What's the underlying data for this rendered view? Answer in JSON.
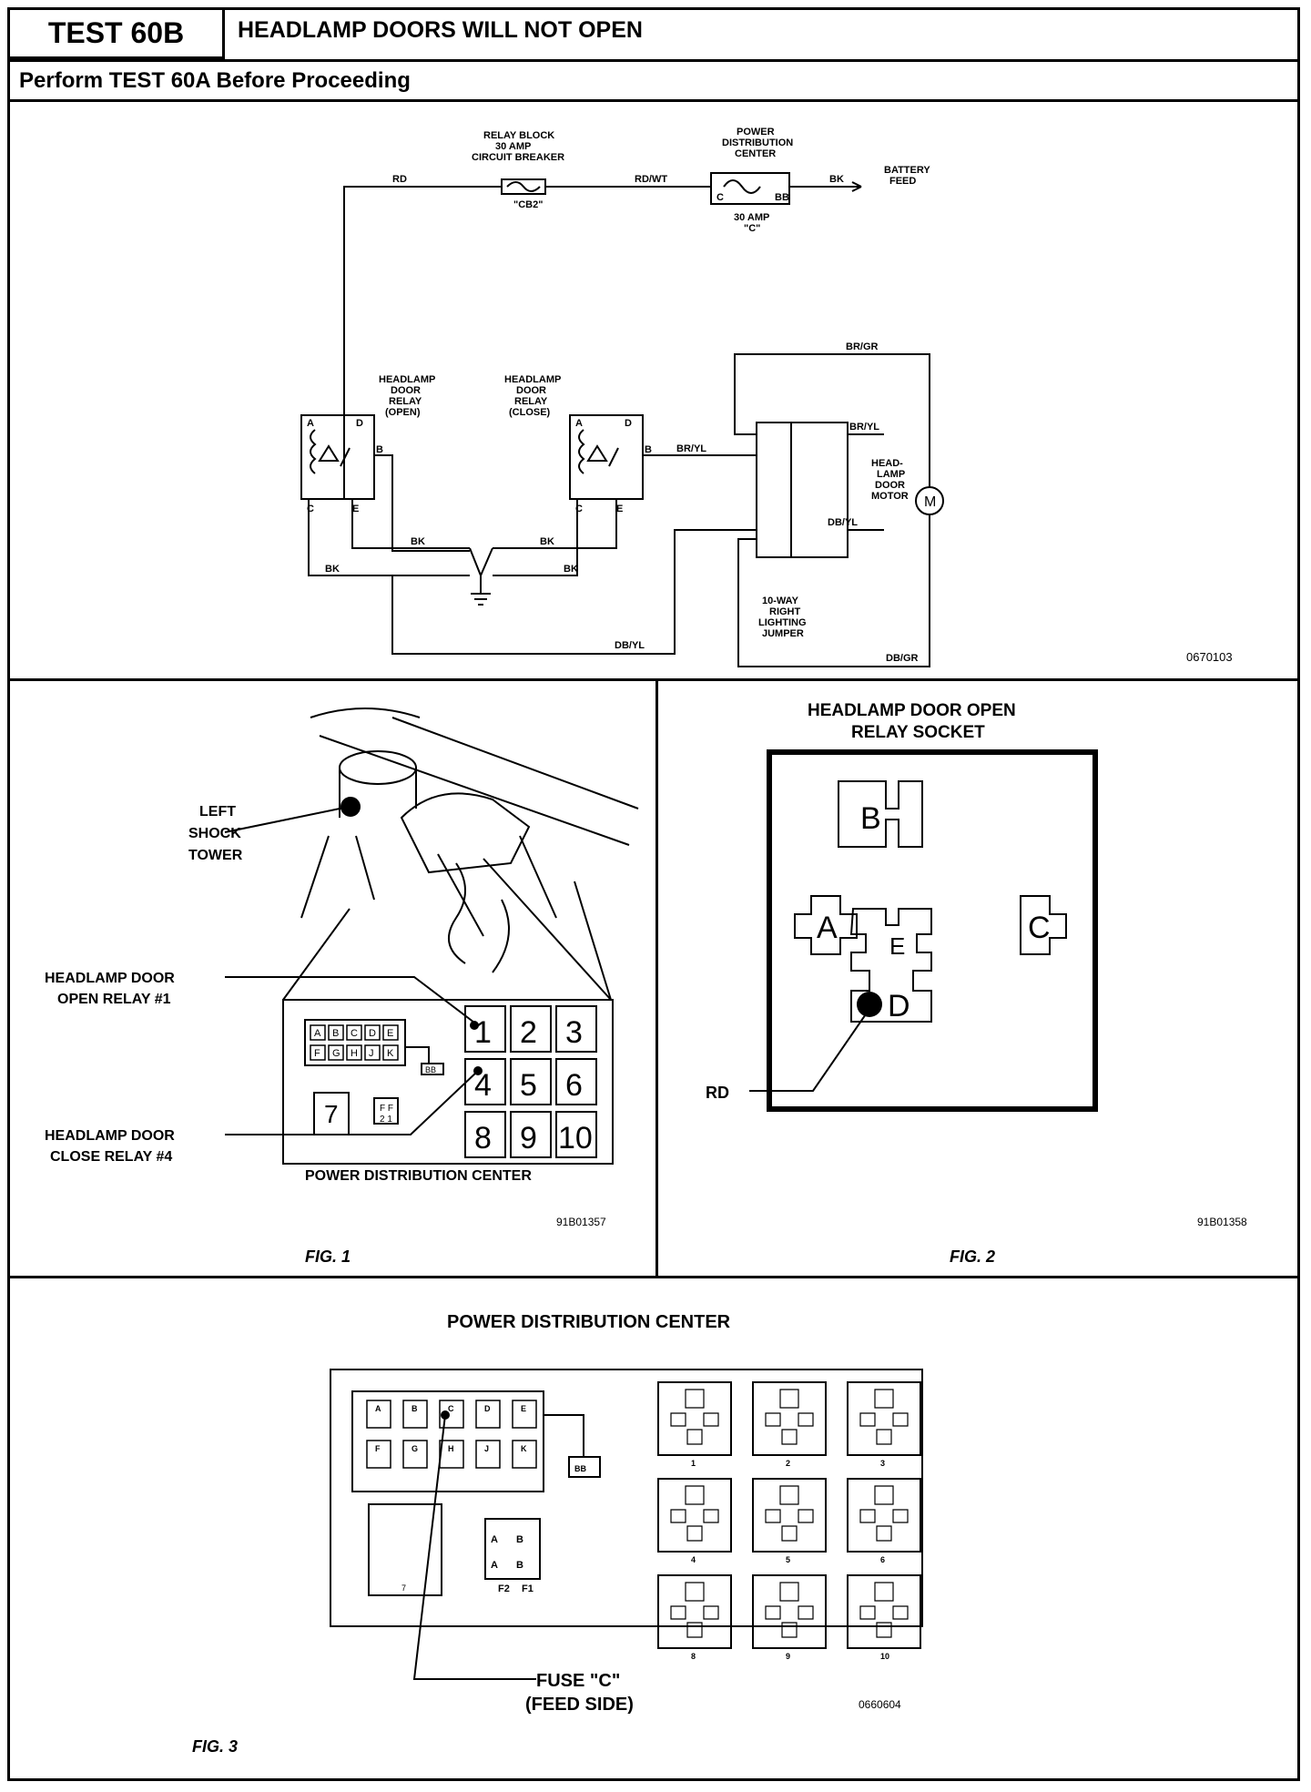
{
  "header": {
    "test_label": "TEST 60B",
    "title": "HEADLAMP DOORS WILL NOT OPEN",
    "subtitle": "Perform TEST 60A Before Proceeding"
  },
  "schematic": {
    "relay_block_label": [
      "RELAY BLOCK",
      "30 AMP",
      "CIRCUIT BREAKER"
    ],
    "cb_label": "\"CB2\"",
    "pdc_label": [
      "POWER",
      "DISTRIBUTION",
      "CENTER"
    ],
    "fuse_label": [
      "30 AMP",
      "\"C\""
    ],
    "battery_label": [
      "BATTERY",
      "FEED"
    ],
    "wire_rd": "RD",
    "wire_rd_wt": "RD/WT",
    "wire_bk_top": "BK",
    "pin_c": "C",
    "pin_bb": "BB",
    "relay_open_label": [
      "HEADLAMP",
      "DOOR",
      "RELAY",
      "(OPEN)"
    ],
    "relay_close_label": [
      "HEADLAMP",
      "DOOR",
      "RELAY",
      "(CLOSE)"
    ],
    "pins": {
      "a": "A",
      "d": "D",
      "b": "B",
      "c": "C",
      "e": "E"
    },
    "wire_br_gr": "BR/GR",
    "wire_br_yl": "BR/YL",
    "wire_br_yl_relay": "BR/YL",
    "wire_db_yl": "DB/YL",
    "wire_db_yl_bottom": "DB/YL",
    "wire_db_gr": "DB/GR",
    "wire_bk": "BK",
    "motor_label": [
      "HEAD-",
      "LAMP",
      "DOOR",
      "MOTOR"
    ],
    "motor_symbol": "M",
    "jumper_label": [
      "10-WAY",
      "RIGHT",
      "LIGHTING",
      "JUMPER"
    ],
    "code": "0670103"
  },
  "fig1": {
    "left_shock_tower": [
      "LEFT",
      "SHOCK",
      "TOWER"
    ],
    "open_relay": [
      "HEADLAMP DOOR",
      "OPEN RELAY #1"
    ],
    "close_relay": [
      "HEADLAMP DOOR",
      "CLOSE RELAY #4"
    ],
    "fuse_row1": [
      "A",
      "B",
      "C",
      "D",
      "E"
    ],
    "fuse_row2": [
      "F",
      "G",
      "H",
      "J",
      "K"
    ],
    "cb": "BB",
    "ff": [
      "F F",
      "2 1"
    ],
    "relay_7": "7",
    "relays": [
      "1",
      "2",
      "3",
      "4",
      "5",
      "6",
      "8",
      "9",
      "10"
    ],
    "pdc_caption": "POWER DISTRIBUTION CENTER",
    "code": "91B01357",
    "caption": "FIG. 1"
  },
  "fig2": {
    "title": [
      "HEADLAMP DOOR OPEN",
      "RELAY SOCKET"
    ],
    "terminals": {
      "b": "B",
      "a": "A",
      "e": "E",
      "c": "C",
      "d": "D"
    },
    "rd_label": "RD",
    "code": "91B01358",
    "caption": "FIG. 2"
  },
  "fig3": {
    "title": "POWER DISTRIBUTION CENTER",
    "fuse_row1": [
      "A",
      "B",
      "C",
      "D",
      "E"
    ],
    "fuse_row2": [
      "F",
      "G",
      "H",
      "J",
      "K"
    ],
    "cb": "BB",
    "relay_7": "7",
    "f_labels": [
      "F2",
      "F1"
    ],
    "f_cells": [
      "A",
      "B",
      "A",
      "B"
    ],
    "relay_numbers": [
      "1",
      "2",
      "3",
      "4",
      "5",
      "6",
      "8",
      "9",
      "10"
    ],
    "fuse_c_label": [
      "FUSE \"C\"",
      "(FEED SIDE)"
    ],
    "code": "0660604",
    "caption": "FIG. 3"
  }
}
